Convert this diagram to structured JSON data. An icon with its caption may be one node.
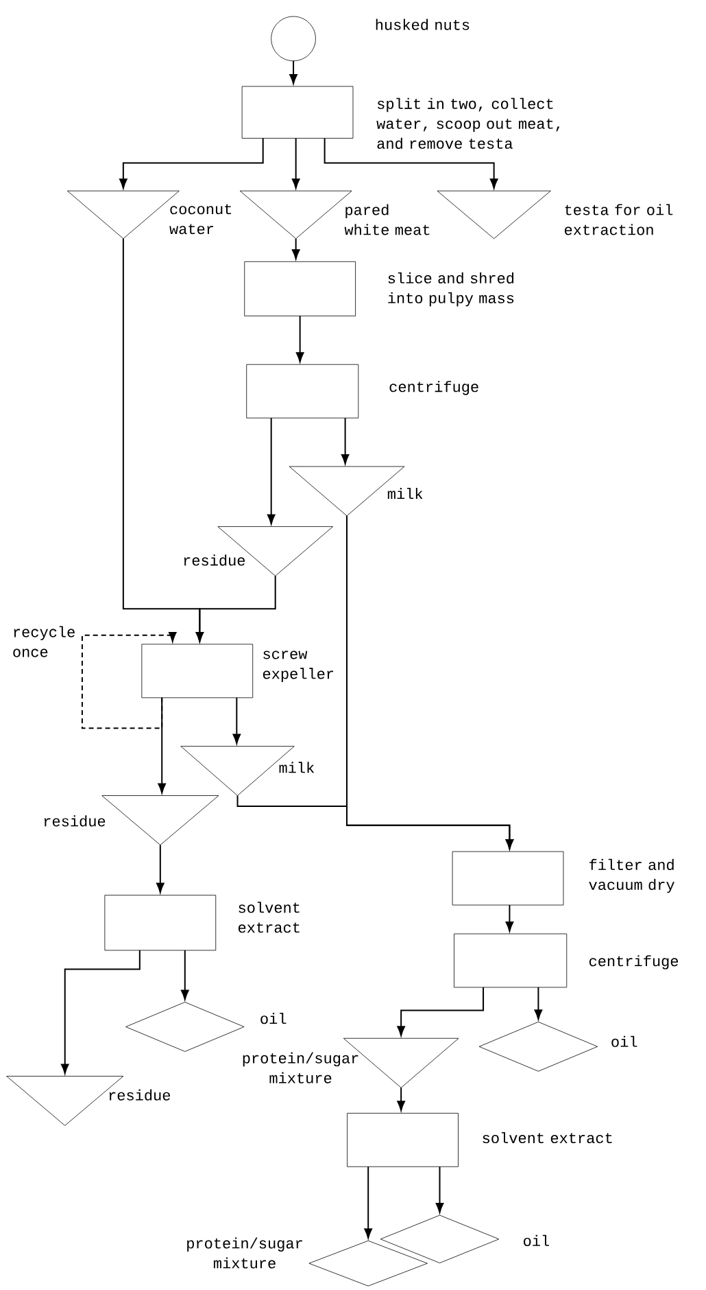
{
  "diagram": {
    "nodes": [
      {
        "text": [],
        "shape": "circle",
        "beside": [
          "husked nuts"
        ]
      },
      {
        "text": [],
        "shape": "box",
        "beside": [
          "split in two, collect water, scoop out meat, and remove testa"
        ]
      },
      {
        "text": [],
        "shape": "triangle",
        "beside": [
          "coconut water"
        ]
      },
      {
        "text": [],
        "shape": "triangle",
        "beside": [
          "pared white meat"
        ]
      },
      {
        "text": [],
        "shape": "triangle",
        "beside": [
          "testa for oil extraction"
        ]
      },
      {
        "text": [],
        "shape": "box",
        "beside": [
          "slice and shred into pulpy mass"
        ]
      },
      {
        "text": [],
        "shape": "box",
        "beside": [
          "centrifuge"
        ]
      },
      {
        "text": [],
        "shape": "triangle",
        "beside": [
          "milk"
        ]
      },
      {
        "text": [],
        "shape": "triangle",
        "beside": [
          "residue"
        ]
      },
      {
        "text": [],
        "shape": "box",
        "beside": [
          "screw expeller"
        ]
      },
      {
        "text": [],
        "shape": "triangle",
        "beside": [
          "milk"
        ]
      },
      {
        "text": [],
        "shape": "triangle",
        "beside": [
          "residue"
        ]
      },
      {
        "text": [],
        "shape": "box",
        "beside": [
          "solvent extract"
        ]
      },
      {
        "text": [],
        "shape": "box",
        "beside": [
          "filter and vacuum dry"
        ]
      },
      {
        "text": [],
        "shape": "box",
        "beside": [
          "centrifuge"
        ]
      },
      {
        "text": [],
        "shape": "diamond",
        "beside": [
          "oil"
        ]
      },
      {
        "text": [],
        "shape": "diamond",
        "beside": [
          "oil"
        ]
      },
      {
        "text": [],
        "shape": "triangle",
        "beside": [
          "residue"
        ]
      },
      {
        "text": [],
        "shape": "triangle",
        "beside": [
          "protein/sugar mixture"
        ]
      },
      {
        "text": [],
        "shape": "box",
        "beside": [
          "solvent extract"
        ]
      },
      {
        "text": [],
        "shape": "diamond",
        "beside": [
          "oil"
        ]
      },
      {
        "text": [],
        "shape": "diamond",
        "beside": [
          "protein/sugar mixture"
        ]
      }
    ],
    "edges": [
      {
        "from": 0,
        "to": 1,
        "arrow": "to"
      },
      {
        "from": 1,
        "to": 2,
        "arrow": "to"
      },
      {
        "from": 1,
        "to": 3,
        "arrow": "to"
      },
      {
        "from": 1,
        "to": 4,
        "arrow": "to"
      },
      {
        "from": 2,
        "to": 9,
        "arrow": "to"
      },
      {
        "from": 3,
        "to": 5,
        "arrow": "to"
      },
      {
        "from": 5,
        "to": 6,
        "arrow": "to"
      },
      {
        "from": 6,
        "to": 8,
        "arrow": "to"
      },
      {
        "from": 6,
        "to": 7,
        "arrow": "to"
      },
      {
        "from": 8,
        "to": 9,
        "arrow": "to"
      },
      {
        "from": 9,
        "to": 9,
        "arrow": "to",
        "style": "dashed",
        "label": "recycle once"
      },
      {
        "from": 9,
        "to": 11,
        "arrow": "to"
      },
      {
        "from": 9,
        "to": 10,
        "arrow": "to"
      },
      {
        "from": 10,
        "to": 13,
        "arrow": "to"
      },
      {
        "from": 7,
        "to": 13,
        "arrow": "to"
      },
      {
        "from": 11,
        "to": 12,
        "arrow": "to"
      },
      {
        "from": 12,
        "to": 15,
        "arrow": "to"
      },
      {
        "from": 12,
        "to": 17,
        "arrow": "to"
      },
      {
        "from": 13,
        "to": 14,
        "arrow": "to"
      },
      {
        "from": 14,
        "to": 16,
        "arrow": "to"
      },
      {
        "from": 14,
        "to": 18,
        "arrow": "to"
      },
      {
        "from": 18,
        "to": 19,
        "arrow": "to"
      },
      {
        "from": 19,
        "to": 20,
        "arrow": "to"
      },
      {
        "from": 19,
        "to": 21,
        "arrow": "to"
      }
    ]
  }
}
